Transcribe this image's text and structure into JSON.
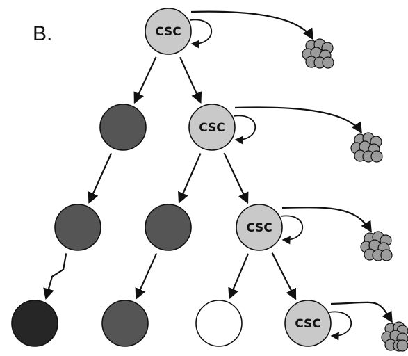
{
  "diagram": {
    "panel_label": "B.",
    "node_label": "CSC",
    "colors": {
      "csc": "#c9c9c9",
      "progenitor": "#555555",
      "terminal": "#262626",
      "differentiated": "#ffffff",
      "cluster": "#9c9c9c",
      "stroke": "#111111"
    },
    "nodes": [
      {
        "id": "csc-1",
        "kind": "csc",
        "label": "CSC"
      },
      {
        "id": "cell-l2-left",
        "kind": "progenitor"
      },
      {
        "id": "csc-2",
        "kind": "csc",
        "label": "CSC"
      },
      {
        "id": "cell-l3-a",
        "kind": "progenitor"
      },
      {
        "id": "cell-l3-b",
        "kind": "progenitor"
      },
      {
        "id": "csc-3",
        "kind": "csc",
        "label": "CSC"
      },
      {
        "id": "cell-l4-a",
        "kind": "terminal"
      },
      {
        "id": "cell-l4-b",
        "kind": "progenitor"
      },
      {
        "id": "cell-l4-c",
        "kind": "differentiated"
      },
      {
        "id": "csc-4",
        "kind": "csc",
        "label": "CSC"
      },
      {
        "id": "cluster-1",
        "kind": "cluster"
      },
      {
        "id": "cluster-2",
        "kind": "cluster"
      },
      {
        "id": "cluster-3",
        "kind": "cluster"
      },
      {
        "id": "cluster-4",
        "kind": "cluster"
      }
    ],
    "edges": [
      {
        "from": "csc-1",
        "to": "cell-l2-left",
        "style": "straight"
      },
      {
        "from": "csc-1",
        "to": "csc-2",
        "style": "straight"
      },
      {
        "from": "cell-l2-left",
        "to": "cell-l3-a",
        "style": "straight"
      },
      {
        "from": "csc-2",
        "to": "cell-l3-b",
        "style": "straight"
      },
      {
        "from": "csc-2",
        "to": "csc-3",
        "style": "straight"
      },
      {
        "from": "cell-l3-a",
        "to": "cell-l4-a",
        "style": "zigzag"
      },
      {
        "from": "cell-l3-b",
        "to": "cell-l4-b",
        "style": "straight"
      },
      {
        "from": "csc-3",
        "to": "cell-l4-c",
        "style": "straight"
      },
      {
        "from": "csc-3",
        "to": "csc-4",
        "style": "straight"
      },
      {
        "from": "csc-1",
        "to": "cluster-1",
        "style": "curved"
      },
      {
        "from": "csc-2",
        "to": "cluster-2",
        "style": "curved"
      },
      {
        "from": "csc-3",
        "to": "cluster-3",
        "style": "curved"
      },
      {
        "from": "csc-4",
        "to": "cluster-4",
        "style": "curved"
      }
    ],
    "self_renewal_loops": [
      "csc-1",
      "csc-2",
      "csc-3",
      "csc-4"
    ]
  }
}
